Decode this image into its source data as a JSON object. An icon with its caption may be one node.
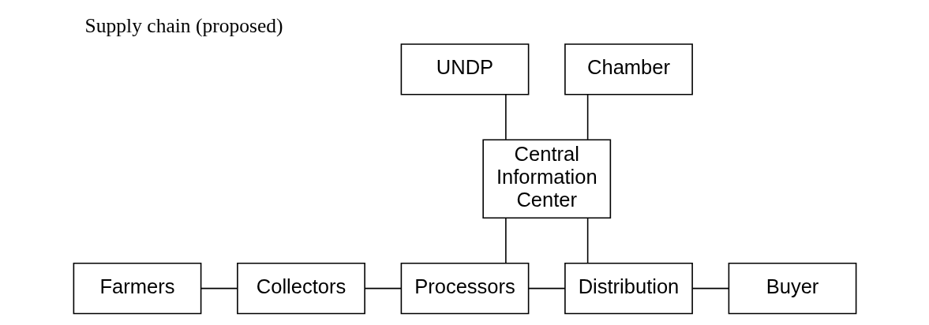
{
  "diagram": {
    "title": "Supply chain (proposed)",
    "nodes": [
      {
        "text": [
          "Farmers"
        ]
      },
      {
        "text": [
          "Collectors"
        ]
      },
      {
        "text": [
          "Processors"
        ]
      },
      {
        "text": [
          "Distribution"
        ]
      },
      {
        "text": [
          "Buyer"
        ]
      },
      {
        "text": [
          "UNDP"
        ]
      },
      {
        "text": [
          "Chamber"
        ]
      },
      {
        "text": [
          "Central Information Center"
        ]
      }
    ],
    "edges": [
      {
        "from": 0,
        "to": 1,
        "arrow": "none"
      },
      {
        "from": 1,
        "to": 2,
        "arrow": "none"
      },
      {
        "from": 2,
        "to": 3,
        "arrow": "none"
      },
      {
        "from": 3,
        "to": 4,
        "arrow": "none"
      },
      {
        "from": 7,
        "to": 2,
        "arrow": "none"
      },
      {
        "from": 7,
        "to": 3,
        "arrow": "none"
      },
      {
        "from": 5,
        "to": 7,
        "arrow": "none"
      },
      {
        "from": 6,
        "to": 7,
        "arrow": "none"
      }
    ]
  }
}
